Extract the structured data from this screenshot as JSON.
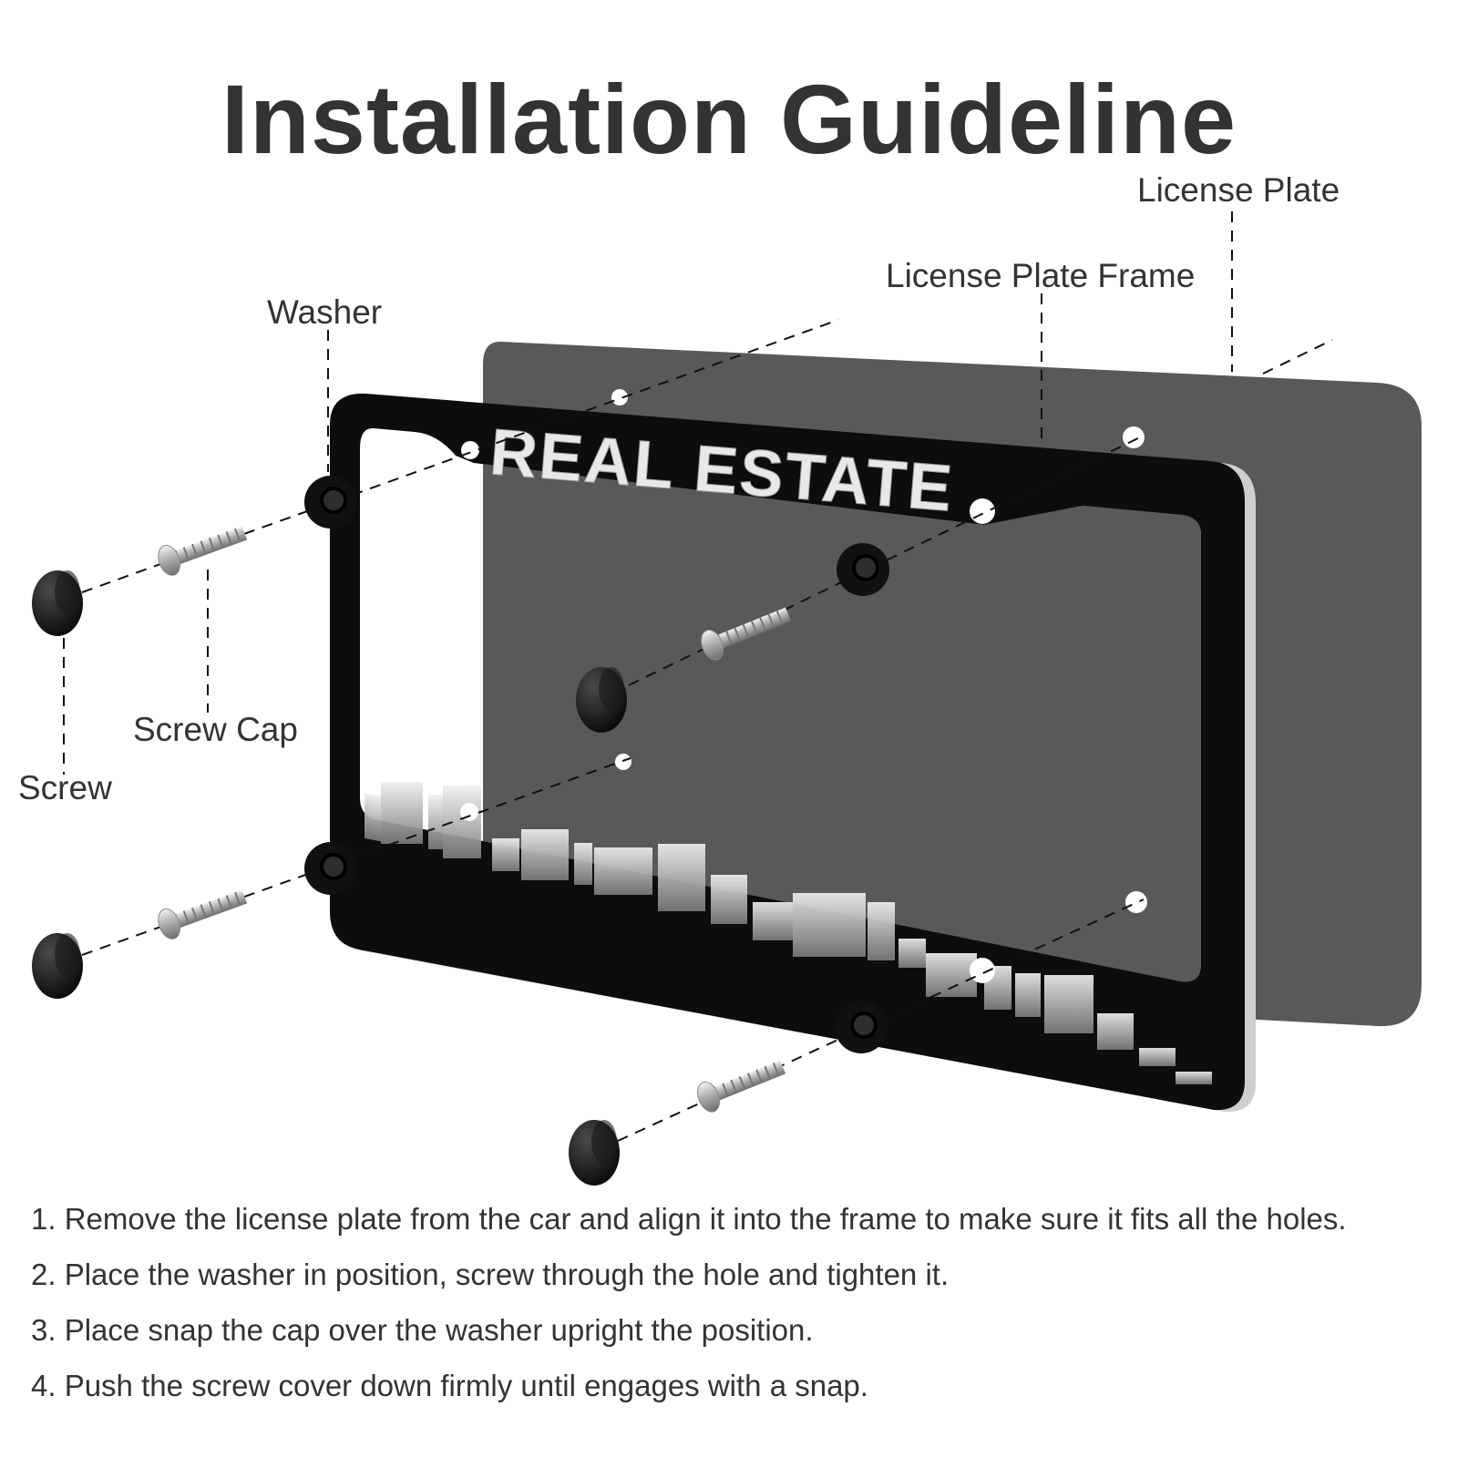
{
  "title": "Installation Guideline",
  "frame_text": "REAL ESTATE",
  "callouts": {
    "license_plate": "License Plate",
    "license_plate_frame": "License Plate Frame",
    "washer": "Washer",
    "screw_cap": "Screw Cap",
    "screw": "Screw"
  },
  "steps": [
    "1. Remove the license plate from the car and align it into the frame to make sure it fits all the holes.",
    "2. Place the washer in position, screw through the hole and tighten it.",
    "3. Place snap the cap over the washer upright the position.",
    "4. Push the screw cover down firmly until engages with a snap."
  ],
  "colors": {
    "text": "#333333",
    "plate": "#595959",
    "frame": "#0d0d0d",
    "frame_text": "#e8e8e8"
  },
  "icons": {
    "screw_cap": "black-dome-cap-icon",
    "screw": "silver-screw-icon",
    "washer": "black-ring-washer-icon"
  }
}
